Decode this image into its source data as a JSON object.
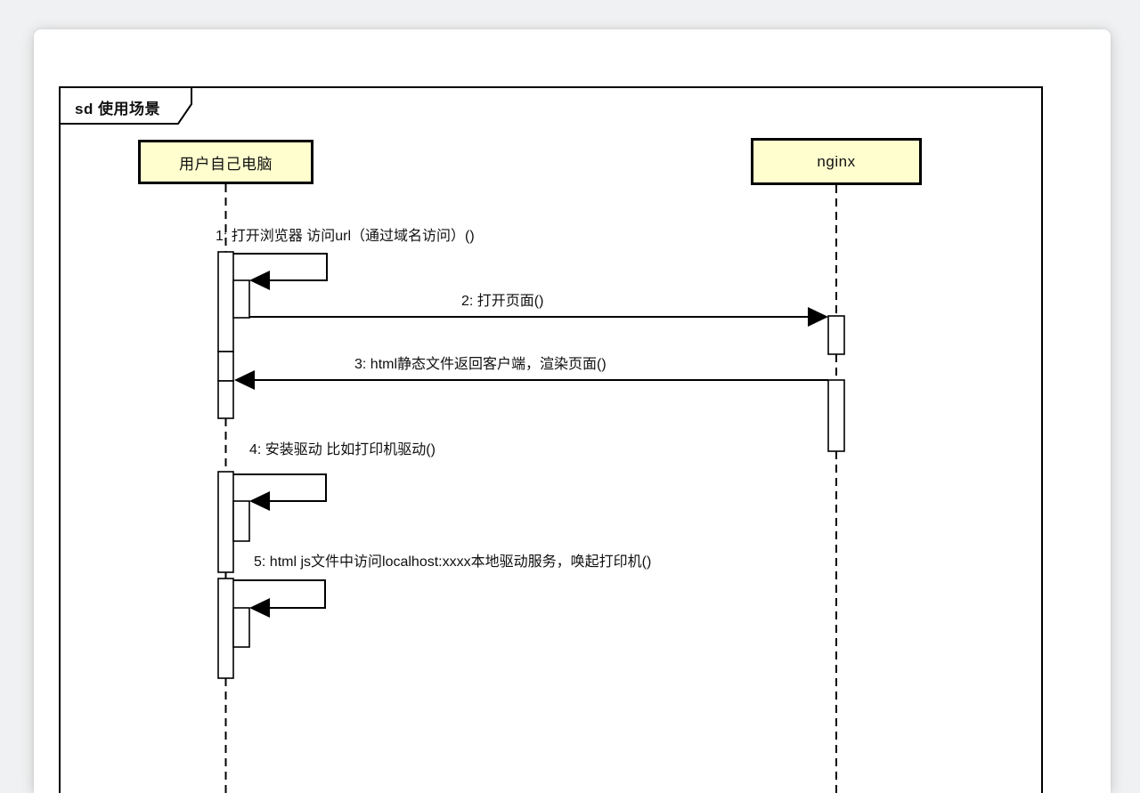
{
  "frame": {
    "label": "sd 使用场景"
  },
  "participants": [
    {
      "id": "user",
      "label": "用户自己电脑"
    },
    {
      "id": "nginx",
      "label": "nginx"
    }
  ],
  "messages": [
    {
      "num": "1",
      "type": "self",
      "from": "user",
      "to": "user",
      "label": "1: 打开浏览器 访问url（通过域名访问）()"
    },
    {
      "num": "2",
      "type": "call",
      "from": "user",
      "to": "nginx",
      "label": "2: 打开页面()"
    },
    {
      "num": "3",
      "type": "call",
      "from": "nginx",
      "to": "user",
      "label": "3: html静态文件返回客户端，渲染页面()"
    },
    {
      "num": "4",
      "type": "self",
      "from": "user",
      "to": "user",
      "label": "4: 安装驱动 比如打印机驱动()"
    },
    {
      "num": "5",
      "type": "self",
      "from": "user",
      "to": "user",
      "label": "5: html js文件中访问localhost:xxxx本地驱动服务，唤起打印机()"
    }
  ],
  "colors": {
    "participant_fill": "#fefece",
    "line": "#000000",
    "page_bg": "#ffffff",
    "canvas_bg": "#f0f1f2"
  }
}
